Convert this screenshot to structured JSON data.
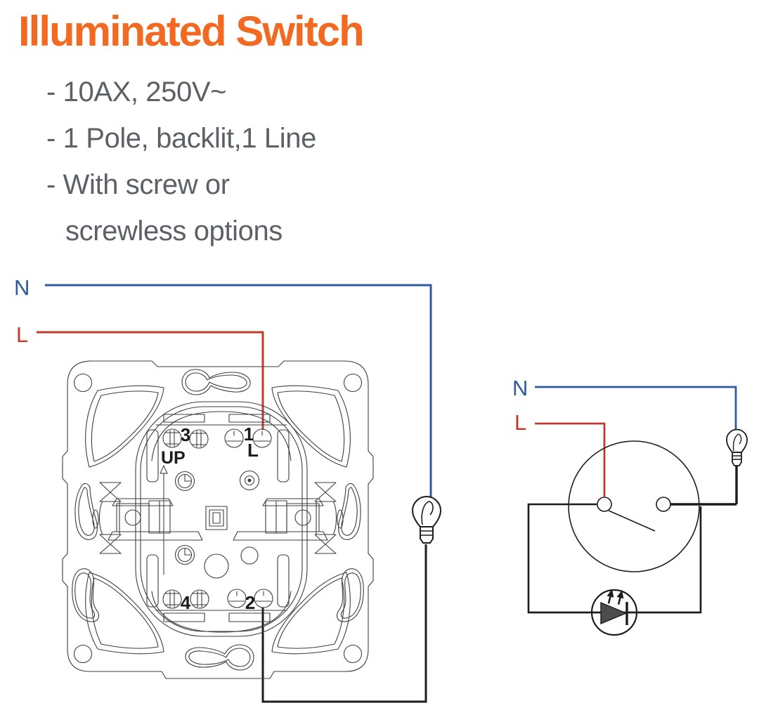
{
  "header": {
    "title": "Illuminated Switch",
    "specs": [
      {
        "text": "- 10AX, 250V~"
      },
      {
        "text": "- 1 Pole, backlit,1 Line"
      },
      {
        "text": "- With screw or"
      },
      {
        "text": "screwless options"
      }
    ]
  },
  "colors": {
    "accent_orange": "#F26A21",
    "spec_text_gray": "#5B6166",
    "drawing_line_gray": "#3E3E3E"
  },
  "wiring_diagram": {
    "neutral_label": "N",
    "live_label": "L",
    "wire_colors": {
      "neutral": "#2F5A9E",
      "live": "#C23A2C",
      "lamp": "#1C1C1C"
    },
    "lamp_icon": "light-bulb",
    "mechanism": {
      "terminal_top_left": "3",
      "terminal_top_right": "1",
      "terminal_live": "L",
      "terminal_bottom_left": "4",
      "terminal_bottom_right": "2",
      "orientation_label": "UP"
    }
  },
  "schematic_diagram": {
    "neutral_label": "N",
    "live_label": "L",
    "wire_colors": {
      "neutral": "#2F5A9E",
      "live": "#C23A2C",
      "lamp": "#1C1C1C"
    },
    "lamp_icon": "light-bulb",
    "backlight_icon": "led-diode"
  }
}
